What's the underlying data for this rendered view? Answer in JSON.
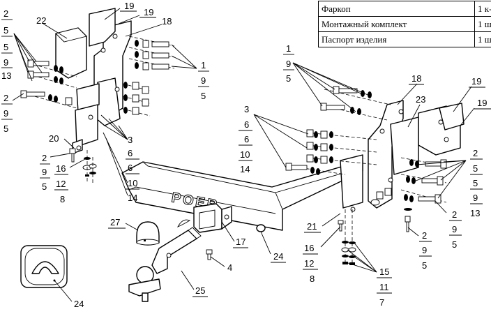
{
  "parts_table": [
    {
      "name": "Фаркоп",
      "qty": "1 к-"
    },
    {
      "name": "Монтажный комплект",
      "qty": "1 ш"
    },
    {
      "name": "Паспорт изделия",
      "qty": "1 ш"
    }
  ],
  "brand_text": "POER",
  "callouts": {
    "left_top": [
      "2",
      "5",
      "5",
      "9",
      "13"
    ],
    "left_mid": [
      "2",
      "9",
      "5"
    ],
    "n22": "22",
    "n20": "20",
    "left_bottom": [
      "2",
      "9",
      "5"
    ],
    "left_bolt_stack": [
      "16",
      "12",
      "8"
    ],
    "n19a": "19",
    "n19b": "19",
    "n18a": "18",
    "left_group_r": [
      "1",
      "9",
      "5"
    ],
    "left_group_lower": [
      "3",
      "6",
      "6",
      "10",
      "14"
    ],
    "n27": "27",
    "n17": "17",
    "n4": "4",
    "n24a": "24",
    "n24b": "24",
    "n25": "25",
    "n21": "21",
    "right_top": [
      "1",
      "9",
      "5"
    ],
    "n18b": "18",
    "n23": "23",
    "n19c": "19",
    "n19d": "19",
    "right_mid": [
      "3",
      "6",
      "6",
      "10",
      "14"
    ],
    "right_group_r": [
      "2",
      "5",
      "5",
      "9",
      "13"
    ],
    "right_low": [
      "2",
      "9",
      "5"
    ],
    "right_low2": [
      "2",
      "9",
      "5"
    ],
    "right_bolt_stack": [
      "16",
      "12",
      "8"
    ],
    "right_nut_stack": [
      "15",
      "11",
      "7"
    ]
  }
}
